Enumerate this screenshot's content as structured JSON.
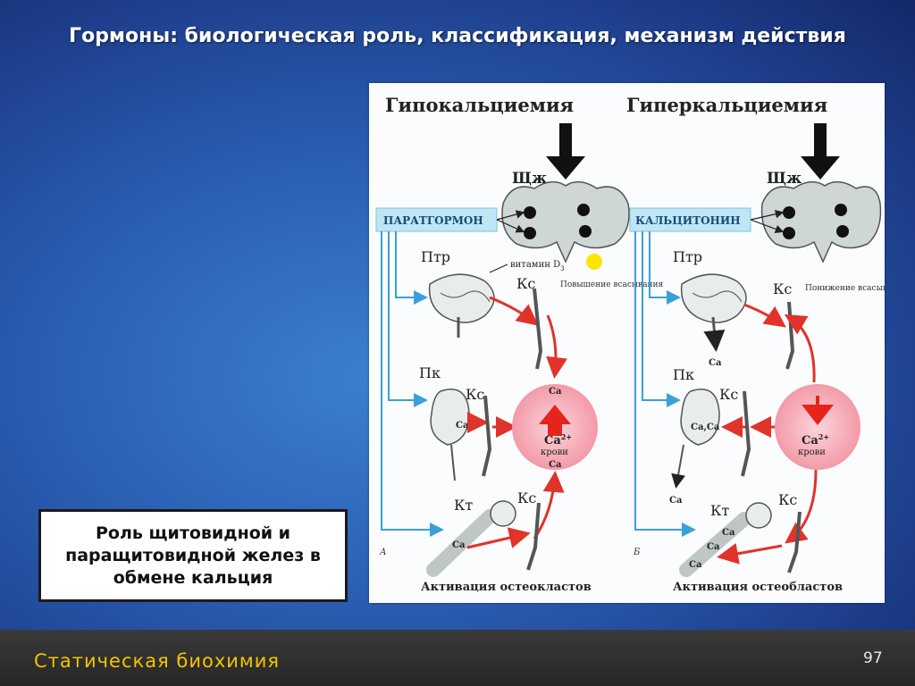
{
  "slide": {
    "title": "Гормоны: биологическая роль, классификация, механизм действия",
    "caption": "Роль щитовидной и\nпаращитовидной желез в\nобмене кальция",
    "footer_title": "Статическая биохимия",
    "page_number": "97"
  },
  "figure": {
    "left_panel": {
      "heading": "Гипокальциемия",
      "gland_label": "Щж",
      "hormone": "ПАРАТГОРМОН",
      "intestine_label": "Птр",
      "vitamin_label": "витамин D",
      "vitamin_sub": "3",
      "absorption_note": "Повышение всасывания",
      "vessel_label_1": "Кс",
      "kidney_label": "Пк",
      "vessel_label_2": "Кс",
      "kidney_ca": "Са",
      "blood_ca_in": "Са",
      "blood_ca_top": "Са",
      "blood_ca_center": "Са",
      "blood_ca_sup": "2+",
      "blood_word": "крови",
      "blood_ca_bottom": "Са",
      "bone_label": "Кт",
      "vessel_label_3": "Кс",
      "bone_ca": "Са",
      "panel_letter": "А",
      "bottom_caption": "Активация остеокластов"
    },
    "right_panel": {
      "heading": "Гиперкальциемия",
      "gland_label": "Щж",
      "hormone": "КАЛЬЦИТОНИН",
      "intestine_label": "Птр",
      "absorption_note": "Понижение всасывания",
      "vessel_label_1": "Кс",
      "intestine_ca": "Са",
      "kidney_label": "Пк",
      "vessel_label_2": "Кс",
      "kidney_ca": "Са,Са",
      "kidney_out_ca": "Са",
      "blood_ca_center": "Са",
      "blood_ca_sup": "2+",
      "blood_word": "крови",
      "bone_label": "Кт",
      "vessel_label_3": "Кс",
      "bone_ca_1": "Са",
      "bone_ca_2": "Са",
      "bone_ca_3": "Са",
      "panel_letter": "Б",
      "bottom_caption": "Активация остеобластов"
    },
    "colors": {
      "hormone_box": "#bfe6f5",
      "blue_arrow": "#3aa0d8",
      "red_arrow": "#e0332a",
      "orange_arrow": "#f5a623",
      "blood_circle": "#f7b7c0",
      "vitamin_dot": "#ffe600"
    }
  }
}
